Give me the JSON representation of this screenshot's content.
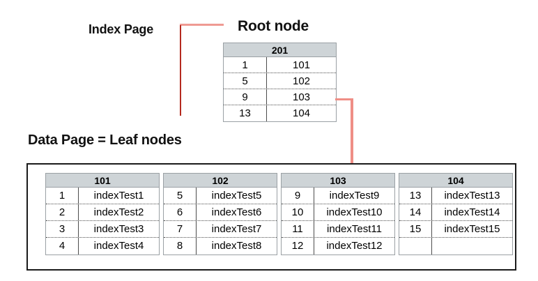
{
  "labels": {
    "index_page": "Index Page",
    "root_node": "Root node",
    "data_page": "Data Page = Leaf nodes"
  },
  "colors": {
    "header_fill": "#ced4d7",
    "connector_red": "#c0392b",
    "arrow_red": "#e8352a",
    "container_border": "#1a1a1a",
    "table_border": "#9aa0a4"
  },
  "root_node": {
    "page_id": "201",
    "rows": [
      {
        "key": "1",
        "value": "101"
      },
      {
        "key": "5",
        "value": "102"
      },
      {
        "key": "9",
        "value": "103"
      },
      {
        "key": "13",
        "value": "104"
      }
    ]
  },
  "leaf_nodes": [
    {
      "page_id": "101",
      "rows": [
        {
          "key": "1",
          "value": "indexTest1"
        },
        {
          "key": "2",
          "value": "indexTest2"
        },
        {
          "key": "3",
          "value": "indexTest3"
        },
        {
          "key": "4",
          "value": "indexTest4"
        }
      ]
    },
    {
      "page_id": "102",
      "rows": [
        {
          "key": "5",
          "value": "indexTest5"
        },
        {
          "key": "6",
          "value": "indexTest6"
        },
        {
          "key": "7",
          "value": "indexTest7"
        },
        {
          "key": "8",
          "value": "indexTest8"
        }
      ]
    },
    {
      "page_id": "103",
      "rows": [
        {
          "key": "9",
          "value": "indexTest9"
        },
        {
          "key": "10",
          "value": "indexTest10"
        },
        {
          "key": "11",
          "value": "indexTest11"
        },
        {
          "key": "12",
          "value": "indexTest12"
        }
      ]
    },
    {
      "page_id": "104",
      "rows": [
        {
          "key": "13",
          "value": "indexTest13"
        },
        {
          "key": "14",
          "value": "indexTest14"
        },
        {
          "key": "15",
          "value": "indexTest15"
        },
        {
          "key": "",
          "value": ""
        }
      ]
    }
  ]
}
